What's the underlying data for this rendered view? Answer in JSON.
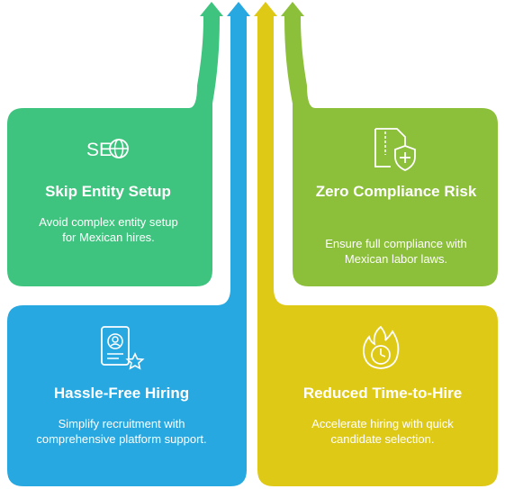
{
  "colors": {
    "green": "#3fc47f",
    "olive": "#8cbf3a",
    "blue": "#27a8e0",
    "yellow": "#dfc917"
  },
  "cards": [
    {
      "id": "skip-entity-setup",
      "icon": "seo-globe-icon",
      "icon_text": "SE",
      "title": "Skip Entity Setup",
      "desc": "Avoid complex entity setup for Mexican hires."
    },
    {
      "id": "zero-compliance-risk",
      "icon": "document-shield-icon",
      "title": "Zero Compliance Risk",
      "desc": "Ensure full compliance with Mexican labor laws."
    },
    {
      "id": "hassle-free-hiring",
      "icon": "resume-star-icon",
      "title": "Hassle-Free Hiring",
      "desc": "Simplify recruitment with comprehensive platform support."
    },
    {
      "id": "reduced-time-to-hire",
      "icon": "fire-clock-icon",
      "title": "Reduced Time-to-Hire",
      "desc": "Accelerate hiring with quick candidate selection."
    }
  ]
}
